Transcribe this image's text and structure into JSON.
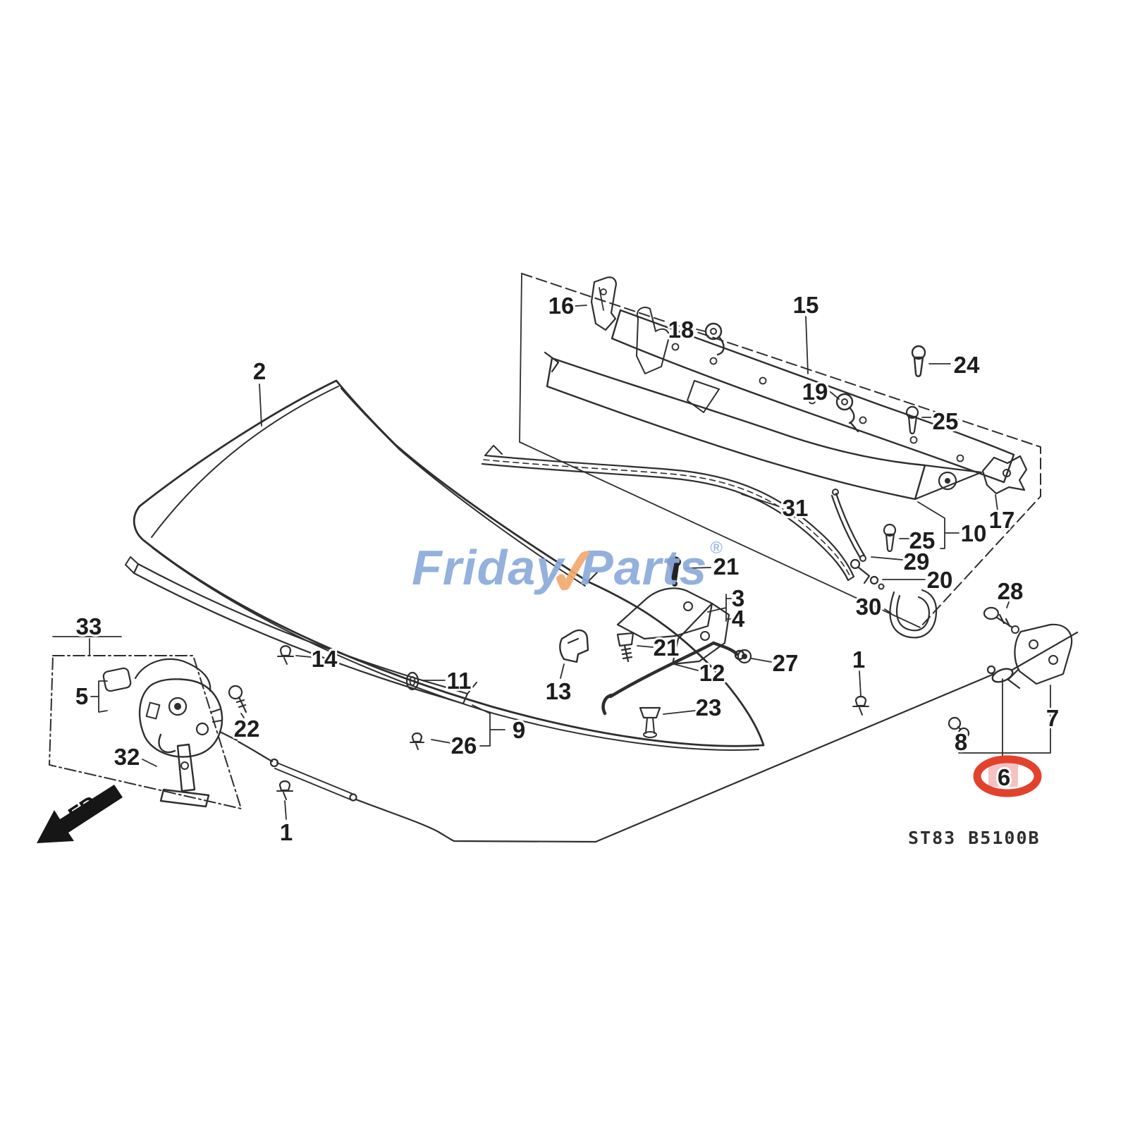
{
  "watermark": {
    "part1": "Frida",
    "part2": "y",
    "check": "✓",
    "part3": "Parts",
    "registered": "®"
  },
  "diagram_code": "ST83 B5100B",
  "direction_arrow": {
    "label": "FR."
  },
  "highlighted_callout": {
    "number": "6"
  },
  "callouts": {
    "c1l": "1",
    "c1r": "1",
    "c2": "2",
    "c3": "3",
    "c4": "4",
    "c5": "5",
    "c7": "7",
    "c8": "8",
    "c9": "9",
    "c10": "10",
    "c11": "11",
    "c12": "12",
    "c13": "13",
    "c14": "14",
    "c15": "15",
    "c16": "16",
    "c17": "17",
    "c18": "18",
    "c19": "19",
    "c20": "20",
    "c21a": "21",
    "c21b": "21",
    "c22": "22",
    "c23": "23",
    "c24": "24",
    "c25a": "25",
    "c25b": "25",
    "c26": "26",
    "c27": "27",
    "c28": "28",
    "c29": "29",
    "c30": "30",
    "c31": "31",
    "c32": "32",
    "c33": "33"
  },
  "colors": {
    "line": "#2e2e2e",
    "label": "#1d1d1d",
    "brand_blue": "#8cabdb",
    "brand_orange": "#f3a96d",
    "highlight_ring": "#e2422b",
    "highlight_fill": "#f5c2c4",
    "background": "#ffffff"
  }
}
